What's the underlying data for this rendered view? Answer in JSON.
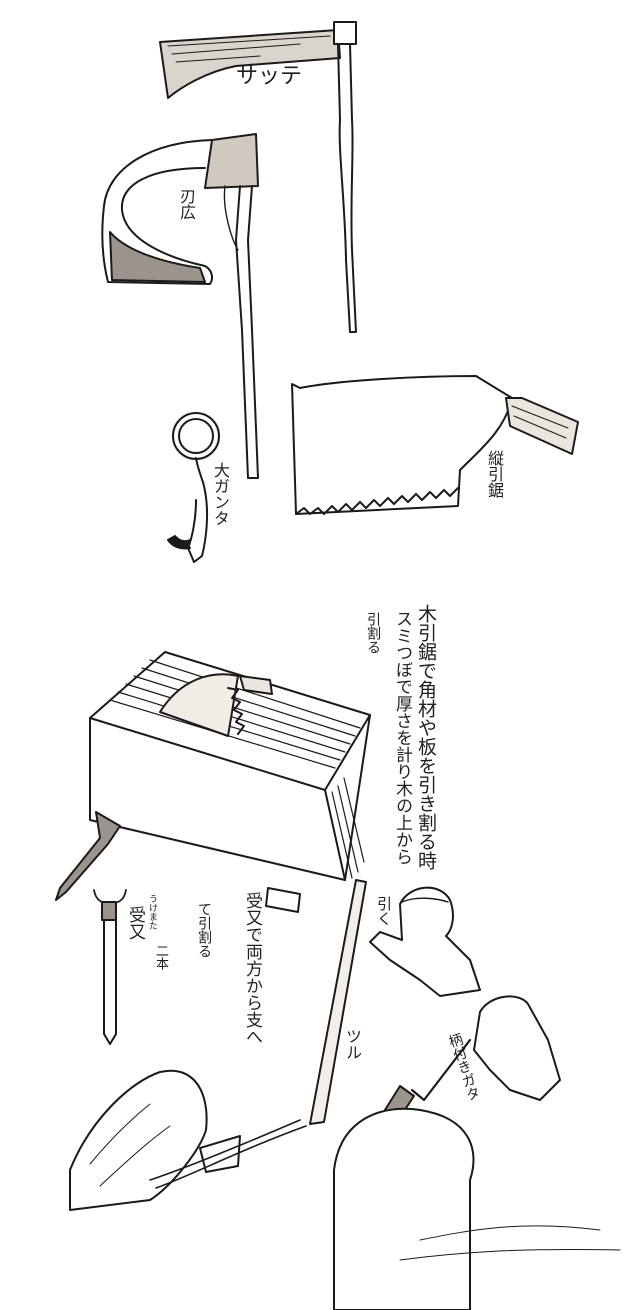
{
  "tools": {
    "sakite": "サッテ",
    "habiro": "刃広",
    "ogaga": "大ガンタ",
    "tatebiki_noko": "縦引鋸"
  },
  "notes": {
    "hikiwari_line1": "木引鋸で角材や板を引き割る時",
    "hikiwari_line2": "スミつぼで厚さを計り木の上から",
    "hikiwari_line3": "引割る",
    "ukemata_line1": "受又で両方から支へ",
    "ukemata_line2": "て引割る",
    "ukemata_label": "受又",
    "ukemata_reading": "うけまた",
    "nihon": "二本",
    "hiku": "引く",
    "tsuru": "ツル",
    "ebuki_gata": "柄付きガタ"
  }
}
